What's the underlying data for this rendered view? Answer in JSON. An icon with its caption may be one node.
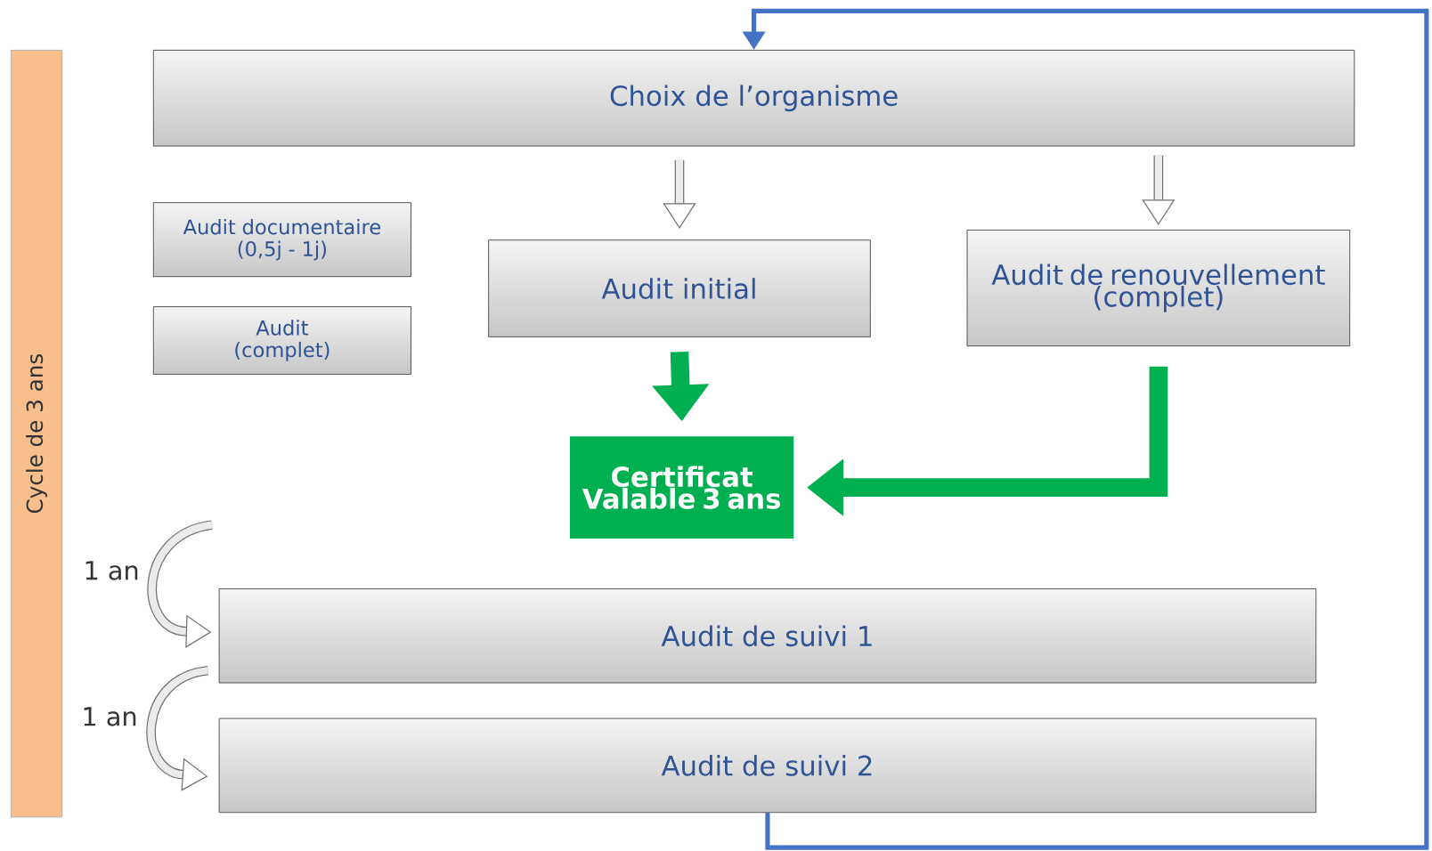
{
  "diagram": {
    "nodes": [
      {
        "text": [
          "Cycle de 3 ans"
        ]
      },
      {
        "text": [
          "Choix de l’organisme"
        ]
      },
      {
        "text": [
          "Audit documentaire (0,5j - 1j)"
        ]
      },
      {
        "text": [
          "Audit (complet)"
        ]
      },
      {
        "text": [
          "Audit initial"
        ]
      },
      {
        "text": [
          "Audit de renouvellement (complet)"
        ]
      },
      {
        "text": [
          "Certificat Valable 3 ans"
        ]
      },
      {
        "text": [
          "Audit de suivi 1"
        ]
      },
      {
        "text": [
          "Audit de suivi 2"
        ]
      }
    ],
    "edges": [
      {
        "from": 1,
        "to": 4,
        "arrow": "to"
      },
      {
        "from": 1,
        "to": 5,
        "arrow": "to"
      },
      {
        "from": 4,
        "to": 6,
        "arrow": "to",
        "style": "thick",
        "color": "#00b050"
      },
      {
        "from": 5,
        "to": 6,
        "arrow": "to",
        "style": "thick",
        "color": "#00b050"
      },
      {
        "from": null,
        "to": 7,
        "arrow": "to",
        "label": "1 an"
      },
      {
        "from": 7,
        "to": 8,
        "arrow": "to",
        "label": "1 an"
      },
      {
        "from": 8,
        "to": 1,
        "arrow": "to",
        "color": "#4472c4"
      }
    ]
  }
}
